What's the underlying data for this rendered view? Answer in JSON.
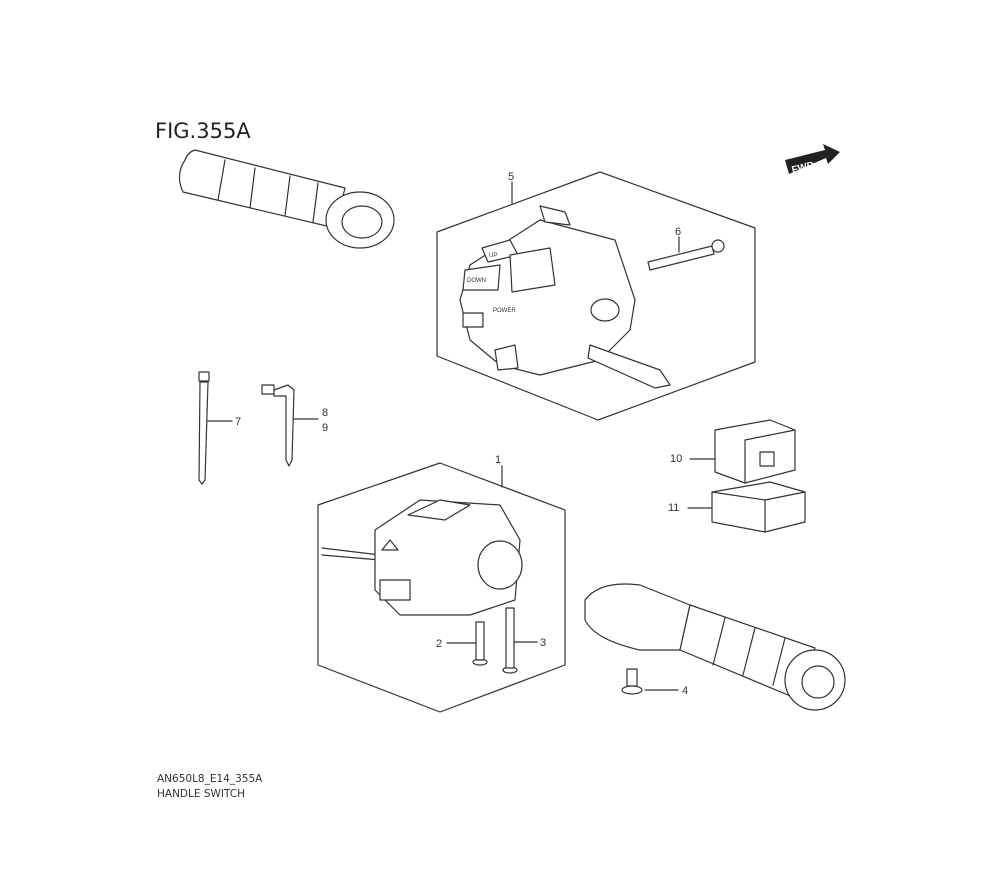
{
  "figure": {
    "title": "FIG.355A",
    "code": "AN650L8_E14_355A",
    "name": "HANDLE SWITCH"
  },
  "direction_badge": "FWD",
  "switch_labels": {
    "up": "UP",
    "down": "DOWN",
    "power": "POWER"
  },
  "callouts": [
    "1",
    "2",
    "3",
    "4",
    "5",
    "6",
    "7",
    "8",
    "9",
    "10",
    "11"
  ]
}
